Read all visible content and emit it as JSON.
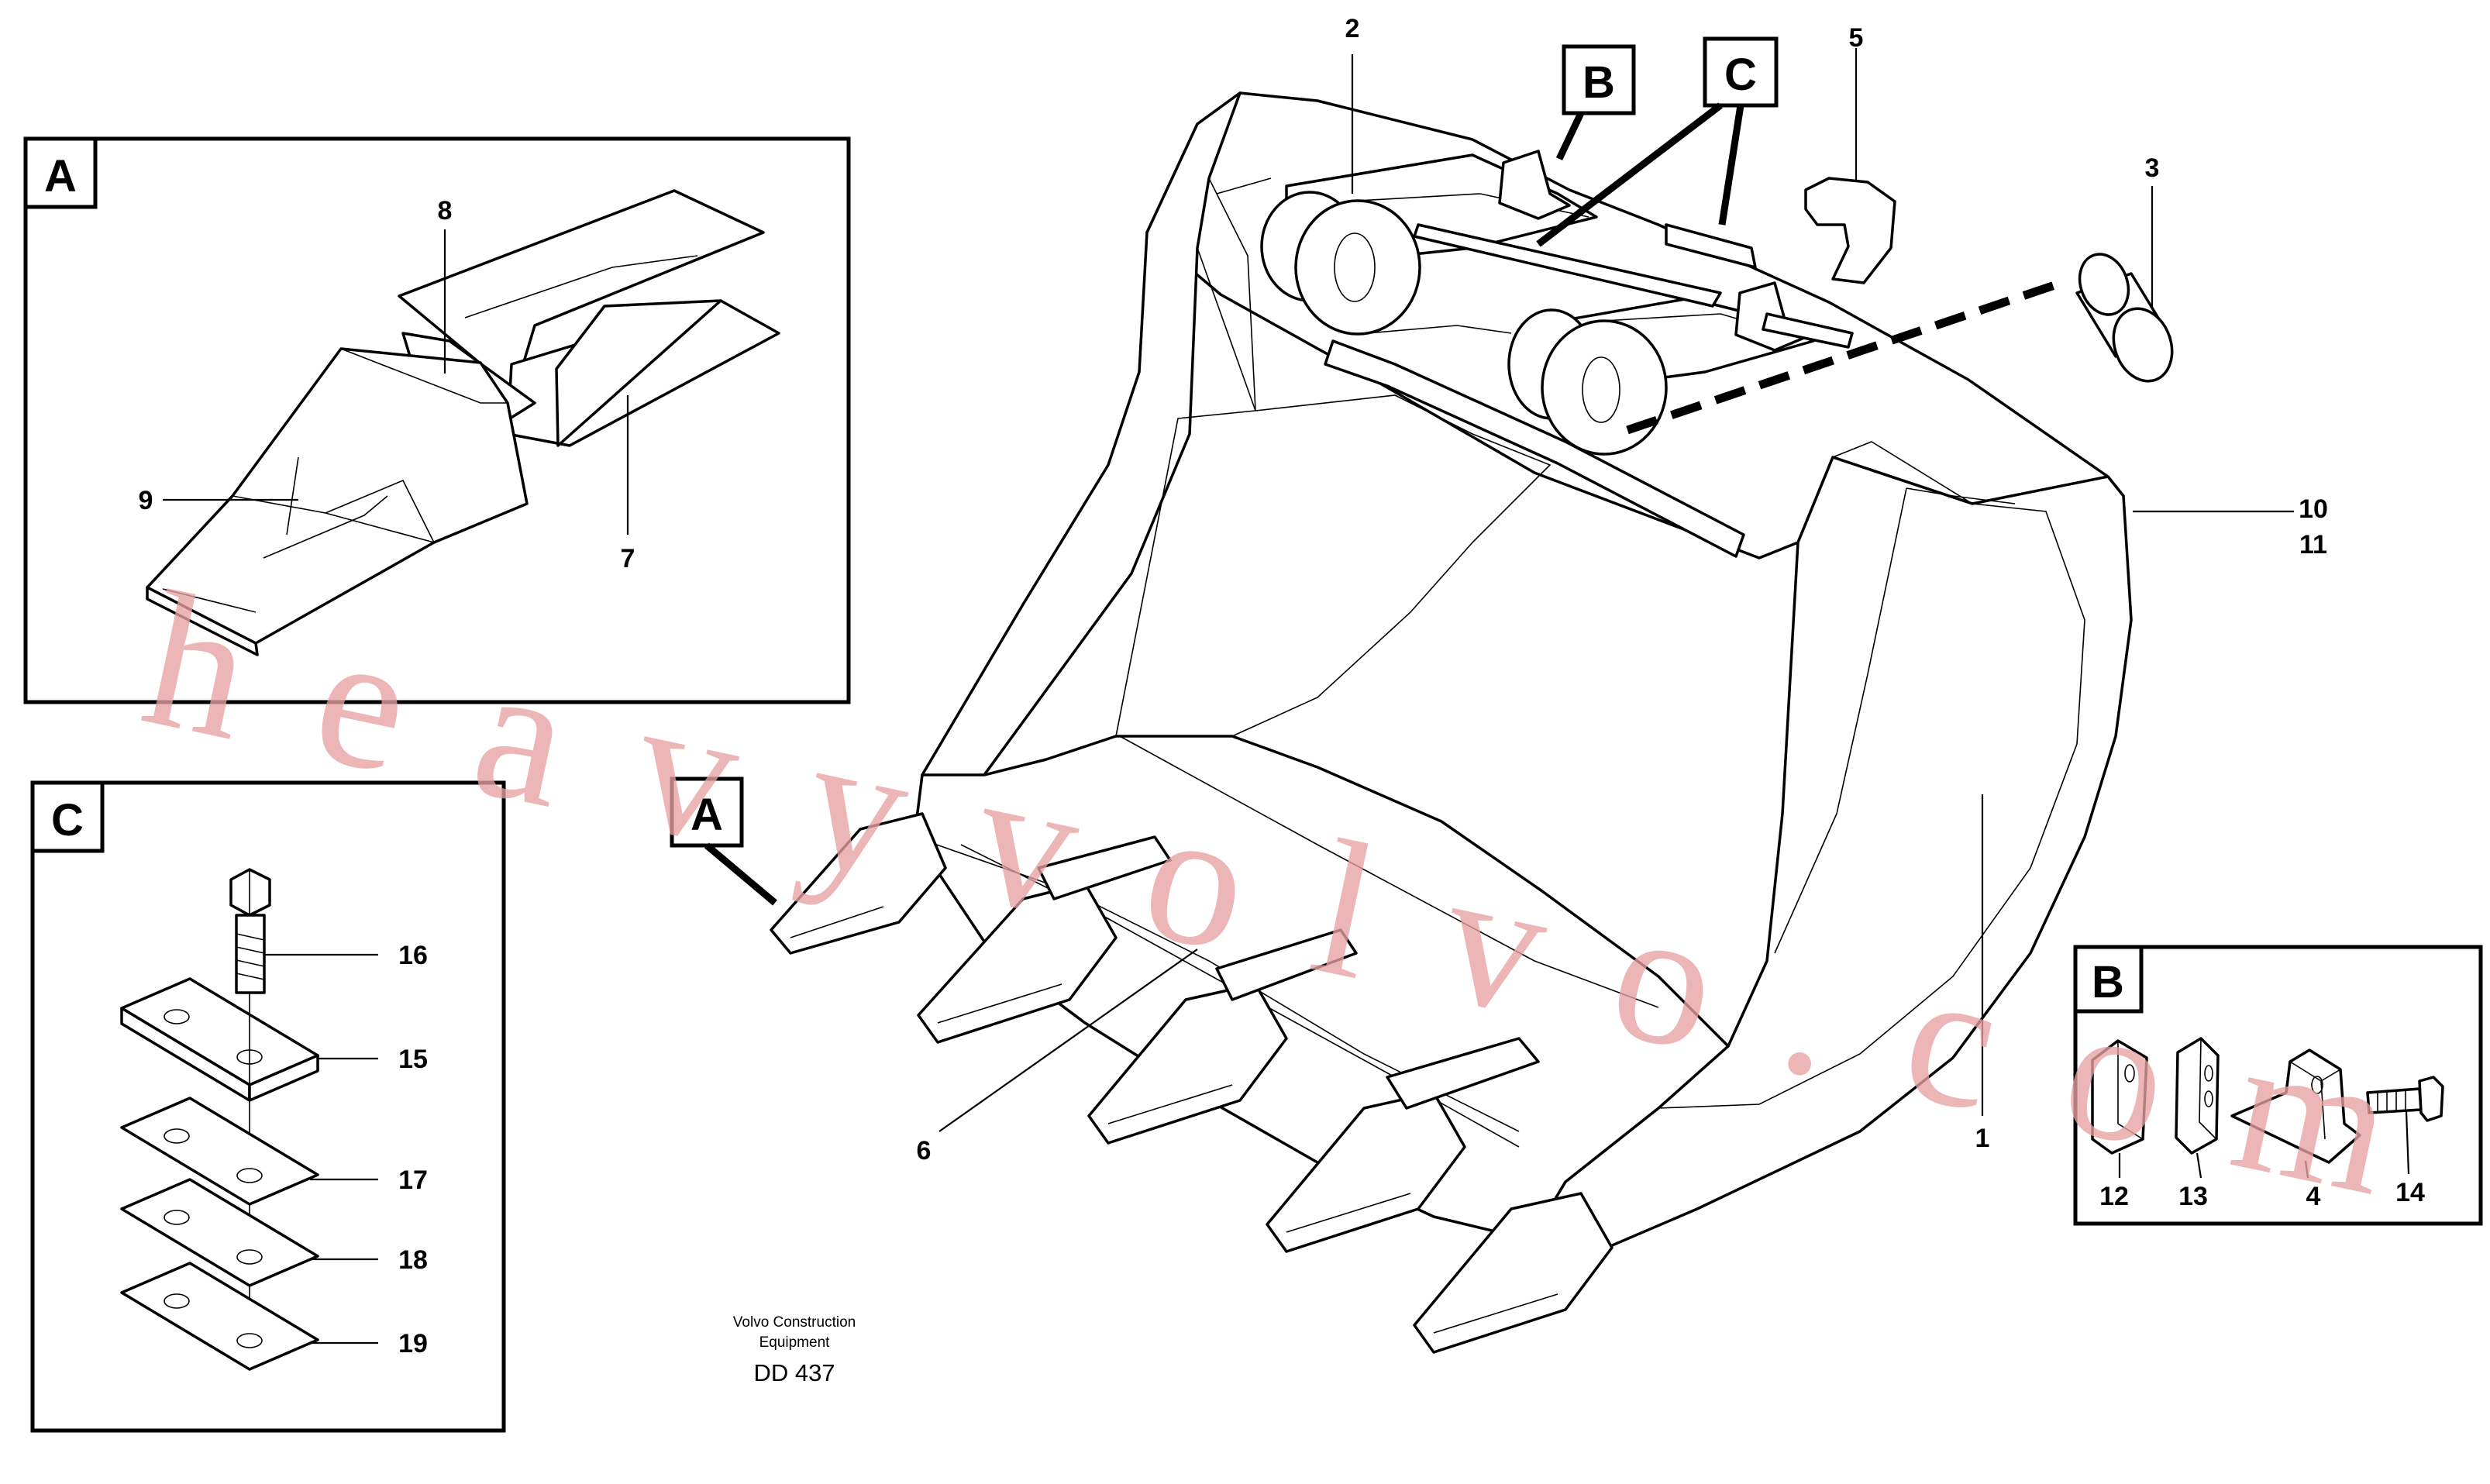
{
  "detail_a": {
    "tag": "A",
    "callouts": [
      "8",
      "9",
      "7"
    ]
  },
  "detail_c": {
    "tag": "C",
    "callouts": [
      "16",
      "15",
      "17",
      "18",
      "19"
    ]
  },
  "detail_b": {
    "tag": "B",
    "callouts": [
      "12",
      "13",
      "4",
      "14"
    ]
  },
  "main": {
    "callouts": {
      "c1": "1",
      "c2": "2",
      "c3": "3",
      "c5": "5",
      "c6": "6",
      "c10": "10",
      "c11": "11"
    },
    "tags": {
      "a": "A",
      "b": "B",
      "c": "C"
    }
  },
  "caption": {
    "line1": "Volvo Construction",
    "line2": "Equipment",
    "code": "DD 437"
  },
  "watermark": "heavyvolvo.com"
}
